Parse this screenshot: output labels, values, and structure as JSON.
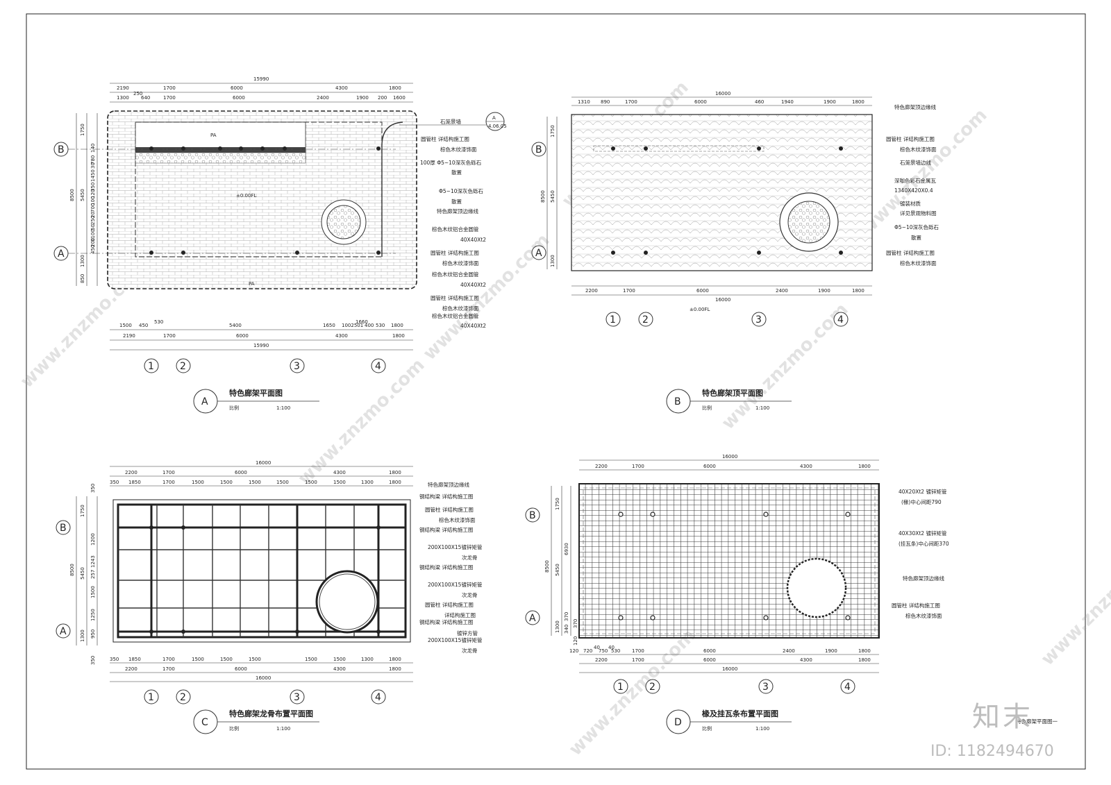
{
  "sheet": {
    "sheet_name": "特色廊架平面图一",
    "id_label": "ID: 1182494670",
    "logo_text": "知末",
    "watermark": "www.znzmo.com"
  },
  "panels": [
    {
      "key": "A",
      "title": "特色廊架平面图",
      "scale_label": "比例",
      "scale": "1:100",
      "top_dims_1": [
        "2190",
        "1700",
        "6000",
        "4300",
        "1800"
      ],
      "top_total": "15990",
      "top_dims_2": [
        "1300",
        "250",
        "640",
        "1700",
        "6000",
        "2400",
        "1900",
        "200",
        "1600"
      ],
      "left_dims": [
        "1750",
        "8500",
        "5450",
        "1300",
        "850"
      ],
      "left_small": [
        "140",
        "780",
        "30",
        "1450",
        "350",
        "120",
        "100",
        "700",
        "20",
        "250",
        "50",
        "1100",
        "200",
        "450"
      ],
      "bottom_dims_1": [
        "1500",
        "450",
        "530",
        "5400",
        "1650",
        "1002501",
        "1660",
        "400",
        "530",
        "1800"
      ],
      "bottom_dims_2": [
        "2190",
        "1700",
        "6000",
        "4300",
        "1800"
      ],
      "bottom_total": "15990",
      "center_label": "±0.00FL",
      "pa_label": "PA",
      "callout": "A",
      "callout_ref": "4.06.05",
      "notes": [
        "石笼景墙",
        "圆管柱 详结构施工图",
        "棕色木纹漆饰面",
        "100厚 Φ5~10深灰色砾石",
        "散置",
        "Φ5~10深灰色砾石",
        "散置",
        "特色廊架顶边缘线",
        "棕色木纹铝合金圆管",
        "40X40Xt2",
        "圆管柱 详结构施工图",
        "棕色木纹漆饰面",
        "棕色木纹铝合金圆管",
        "40X40Xt2",
        "圆管柱 详结构施工图",
        "棕色木纹漆饰面",
        "棕色木纹铝合金圆管",
        "40X40Xt2"
      ]
    },
    {
      "key": "B",
      "title": "特色廊架顶平面图",
      "scale_label": "比例",
      "scale": "1:100",
      "top_dims": [
        "1310",
        "890",
        "1700",
        "6000",
        "460",
        "1940",
        "1900",
        "1800"
      ],
      "top_total": "16000",
      "left_dims": [
        "1750",
        "8500",
        "5450",
        "1300"
      ],
      "bottom_dims": [
        "2200",
        "1700",
        "6000",
        "2400",
        "1900",
        "1800"
      ],
      "bottom_total": "16000",
      "center_label": "±0.00FL",
      "notes": [
        "特色廊架顶边缘线",
        "圆管柱 详结构施工图",
        "棕色木纹漆饰面",
        "石笼景墙边线",
        "深咖色彩石金属瓦",
        "1340X420X0.4",
        "镀装材质",
        "详见景观物料图",
        "Φ5~10深灰色砾石",
        "散置",
        "圆管柱 详结构施工图",
        "棕色木纹漆饰面"
      ]
    },
    {
      "key": "C",
      "title": "特色廊架龙骨布置平面图",
      "scale_label": "比例",
      "scale": "1:100",
      "top_total": "16000",
      "top_dims_1": [
        "2200",
        "1700",
        "6000",
        "4300",
        "1800"
      ],
      "top_dims_2": [
        "350",
        "1850",
        "1700",
        "1500",
        "1500",
        "1500",
        "1500",
        "1500",
        "1500",
        "1300",
        "1800"
      ],
      "left_dims": [
        "350",
        "1750",
        "8500",
        "1200",
        "5450",
        "1243",
        "257",
        "1500",
        "1250",
        "1300",
        "950",
        "350"
      ],
      "bottom_dims_1": [
        "350",
        "1850",
        "1700",
        "1500",
        "1500",
        "1500",
        "1500",
        "1500",
        "1300",
        "1800"
      ],
      "bottom_dims_2": [
        "2200",
        "1700",
        "6000",
        "4300",
        "1800"
      ],
      "bottom_total": "16000",
      "notes": [
        "特色廊架顶边缘线",
        "钢结构梁 详结构施工图",
        "圆管柱 详结构施工图",
        "棕色木纹漆饰面",
        "钢结构梁 详结构施工图",
        "200X100X15镀锌矩管",
        "次龙骨",
        "钢结构梁 详结构施工图",
        "200X100X15镀锌矩管",
        "次龙骨",
        "圆管柱 详结构施工图",
        "详结构施工图",
        "钢结构梁 详结构施工图",
        "镀锌方管",
        "200X100X15镀锌矩管",
        "次龙骨"
      ]
    },
    {
      "key": "D",
      "title": "椽及挂瓦条布置平面图",
      "scale_label": "比例",
      "scale": "1:100",
      "top_total": "16000",
      "top_dims": [
        "2200",
        "1700",
        "6000",
        "4300",
        "1800"
      ],
      "left_dims": [
        "1750",
        "8500",
        "6930",
        "5450",
        "1300",
        "370",
        "340",
        "370",
        "120"
      ],
      "bottom_dims_1": [
        "120",
        "720",
        "40",
        "750",
        "40",
        "530",
        "1700",
        "6000",
        "2400",
        "1900",
        "1800"
      ],
      "bottom_dims_2": [
        "2200",
        "1700",
        "6000",
        "4300",
        "1800"
      ],
      "bottom_total": "16000",
      "notes": [
        "40X20Xt2 镀锌矩管",
        "(椽)中心间距790",
        "40X30Xt2 镀锌矩管",
        "(挂瓦条)中心间距370",
        "特色廊架顶边缘线",
        "圆管柱 详结构施工图",
        "棕色木纹漆饰面"
      ]
    }
  ],
  "axes": {
    "numbers": [
      "1",
      "2",
      "3",
      "4"
    ],
    "letters": [
      "A",
      "B"
    ]
  }
}
